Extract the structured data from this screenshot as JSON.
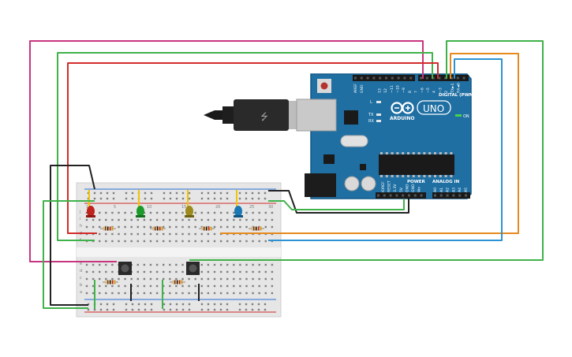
{
  "board": {
    "logo_text": "ARDUINO",
    "model": "UNO",
    "digital_header": "DIGITAL (PWM~)",
    "analog_header": "ANALOG IN",
    "power_header": "POWER",
    "on_label": "ON",
    "led_l": "L",
    "led_tx": "TX",
    "led_rx": "RX",
    "top_pins": [
      "AREF",
      "GND",
      "13",
      "12",
      "~11",
      "~10",
      "~9",
      "8",
      "7",
      "~6",
      "~5",
      "4",
      "~3",
      "2",
      "TX►1",
      "RX◄0"
    ],
    "power_pins": [
      "IOREF",
      "RESET",
      "3.3V",
      "5V",
      "GND",
      "GND",
      "Vin"
    ],
    "analog_pins": [
      "A0",
      "A1",
      "A2",
      "A3",
      "A4",
      "A5"
    ]
  },
  "breadboard": {
    "row_letters_top": [
      "j",
      "i",
      "h",
      "g",
      "f"
    ],
    "row_letters_bottom": [
      "e",
      "d",
      "c",
      "b",
      "a"
    ],
    "col_numbers": [
      "1",
      "5",
      "10",
      "15",
      "20",
      "25",
      "30"
    ]
  },
  "components": {
    "leds": [
      {
        "name": "led-red",
        "color": "#c0231c"
      },
      {
        "name": "led-green",
        "color": "#1c9a2a"
      },
      {
        "name": "led-yellow",
        "color": "#9c8a1c"
      },
      {
        "name": "led-blue",
        "color": "#1a78b4"
      }
    ],
    "wire_colors": {
      "magenta": "#c8357f",
      "green": "#3fb24a",
      "red": "#d22b2b",
      "orange": "#e58a1b",
      "blue": "#2b93d1",
      "black": "#222222",
      "yellow": "#f2c400"
    }
  }
}
